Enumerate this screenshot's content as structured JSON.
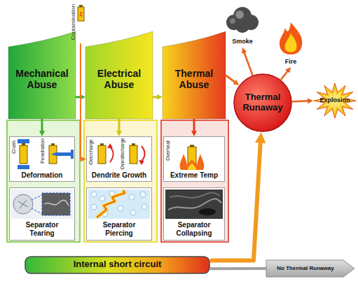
{
  "diagram": {
    "nodes": [
      {
        "text": [
          "Mechanical Abuse"
        ]
      },
      {
        "text": [
          "Electrical Abuse"
        ]
      },
      {
        "text": [
          "Thermal Abuse"
        ]
      },
      {
        "text": [
          "Thermal Runaway"
        ]
      },
      {
        "text": [
          "Smoke"
        ]
      },
      {
        "text": [
          "Fire"
        ]
      },
      {
        "text": [
          "Explosion"
        ]
      },
      {
        "text": [
          "Contamination"
        ]
      },
      {
        "text": [
          "Crush",
          "Penetration",
          "Deformation"
        ]
      },
      {
        "text": [
          "Separator Tearing"
        ]
      },
      {
        "text": [
          "Overcharge",
          "Overdischarge",
          "Dendrite Growth"
        ]
      },
      {
        "text": [
          "Separator Piercing"
        ]
      },
      {
        "text": [
          "Overheat",
          "Extreme Temp"
        ]
      },
      {
        "text": [
          "Separator Collapsing"
        ]
      },
      {
        "text": [
          "Internal short circuit"
        ]
      },
      {
        "text": [
          "No Thermal Runaway"
        ]
      }
    ],
    "edges": [
      {
        "from": 0,
        "to": 1,
        "arrow": "to"
      },
      {
        "from": 1,
        "to": 2,
        "arrow": "to"
      },
      {
        "from": 2,
        "to": 3,
        "arrow": "to"
      },
      {
        "from": 3,
        "to": 4,
        "arrow": "to"
      },
      {
        "from": 3,
        "to": 5,
        "arrow": "to"
      },
      {
        "from": 3,
        "to": 6,
        "arrow": "to"
      },
      {
        "from": 0,
        "to": 8,
        "arrow": "to"
      },
      {
        "from": 1,
        "to": 10,
        "arrow": "to"
      },
      {
        "from": 2,
        "to": 12,
        "arrow": "to"
      },
      {
        "from": 7,
        "to": 10,
        "arrow": "to"
      },
      {
        "from": 14,
        "to": 3,
        "arrow": "to"
      },
      {
        "from": 14,
        "to": 15,
        "arrow": "none"
      }
    ]
  }
}
